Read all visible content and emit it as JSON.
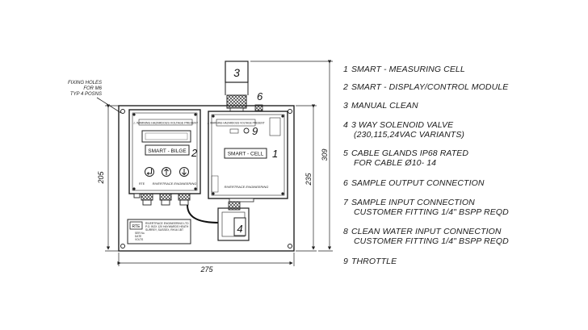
{
  "drawing": {
    "fixing_note": [
      "FIXING HOLES",
      "FOR M6",
      "TYP 4 POSNS"
    ],
    "left_panel": {
      "header_text": "⚠ WARNING  HAZARDOUS VOLTAGE PRESENT",
      "display_label": "SMART - BILGE",
      "brand": "RIVERTRACE ENGINEERING",
      "callout": "2"
    },
    "right_panel": {
      "header_text": "⚠ WARNING  HAZARDOUS VOLTAGE PRESENT",
      "cell_label": "SMART - CELL",
      "brand": "RIVERTRACE ENGINEERING",
      "callout": "1"
    },
    "callouts": {
      "manual_clean": "3",
      "solenoid": "4",
      "sample_output": "6",
      "throttle": "9"
    },
    "nameplate": {
      "logo": "RTE",
      "lines": [
        "RIVERTRACE ENGINEERING LTD",
        "P.O. BOX 120 HAYWARDS HEATH",
        "SURREY, SUSSEX, RH16 1BT"
      ],
      "fields": [
        "SER No.",
        "DATE",
        "VOLTS"
      ]
    },
    "dimensions": {
      "width": "275",
      "height_left": "205",
      "height_right": "235",
      "overall_height": "309"
    }
  },
  "legend": [
    {
      "num": "1",
      "text": "SMART - MEASURING CELL"
    },
    {
      "num": "2",
      "text": "SMART - DISPLAY/CONTROL MODULE"
    },
    {
      "num": "3",
      "text": "MANUAL CLEAN"
    },
    {
      "num": "4",
      "text": "3 WAY SOLENOID VALVE",
      "text2": "(230,115,24VAC VARIANTS)"
    },
    {
      "num": "5",
      "text": "CABLE GLANDS IP68 RATED",
      "text2": "FOR CABLE Ø10- 14"
    },
    {
      "num": "6",
      "text": "SAMPLE OUTPUT CONNECTION"
    },
    {
      "num": "7",
      "text": "SAMPLE INPUT CONNECTION",
      "text2": "CUSTOMER FITTING 1/4\" BSPP REQD"
    },
    {
      "num": "8",
      "text": "CLEAN WATER INPUT CONNECTION",
      "text2": "CUSTOMER FITTING 1/4\" BSPP REQD"
    },
    {
      "num": "9",
      "text": "THROTTLE"
    }
  ]
}
